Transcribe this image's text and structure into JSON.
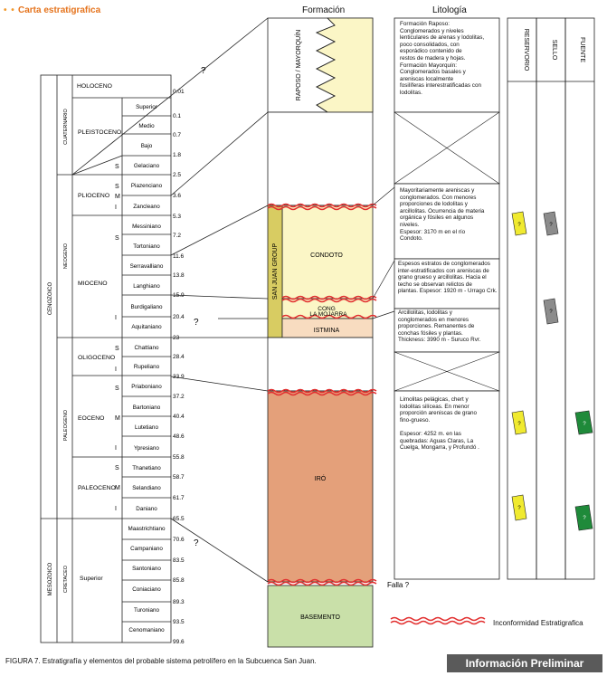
{
  "header": {
    "dots": "• •",
    "title": "Carta estratigrafica",
    "formacion": "Formación",
    "litologia": "Litología"
  },
  "right_columns": [
    "RESERVORIO",
    "SELLO",
    "FUENTE"
  ],
  "era_labels": [
    "CENOZOICO",
    "MESOZOICO"
  ],
  "period_labels": [
    "CUATERNARIO",
    "NEOGENO",
    "PALEOGENO",
    "CRETACEO"
  ],
  "epochs": [
    {
      "name": "HOLOCENO"
    },
    {
      "name": "PLEISTOCENO"
    },
    {
      "name": "PLIOCENO"
    },
    {
      "name": "MIOCENO"
    },
    {
      "name": "OLIGOCENO"
    },
    {
      "name": "EOCENO"
    },
    {
      "name": "PALEOCENO"
    },
    {
      "name": "Superior"
    }
  ],
  "subdivision_letters": {
    "pliocene": [
      "S",
      "M",
      "I"
    ],
    "miocene": [
      "S",
      "I"
    ],
    "oligocene": [
      "S",
      "I"
    ],
    "eocene": [
      "S",
      "M",
      "I"
    ],
    "paleocene": [
      "S",
      "M",
      "I"
    ],
    "pleistocene_gelasian": "S"
  },
  "stages": [
    "Superior",
    "Medio",
    "Bajo",
    "Gelaciano",
    "Piazenciano",
    "Zancleano",
    "Messiniano",
    "Tortoniano",
    "Serravalliano",
    "Langhiano",
    "Burdigaliano",
    "Aquitaniano",
    "Chattiano",
    "Rupeliano",
    "Priaboniano",
    "Bartoniano",
    "Lutetiano",
    "Ypresiano",
    "Thanetiano",
    "Selandiano",
    "Daniano",
    "Maastrichtiano",
    "Campaniano",
    "Santoniano",
    "Coniaciano",
    "Turoniano",
    "Cenomaniano"
  ],
  "ages": [
    "0.01",
    "0.1",
    "0.7",
    "1.8",
    "2.5",
    "3.6",
    "5.3",
    "7.2",
    "11.6",
    "13.8",
    "15.9",
    "20.4",
    "23",
    "28.4",
    "33.9",
    "37.2",
    "40.4",
    "48.6",
    "55.8",
    "58.7",
    "61.7",
    "65.5",
    "70.6",
    "83.5",
    "85.8",
    "89.3",
    "93.5",
    "99.6"
  ],
  "question_marks": [
    "?",
    "?",
    "?"
  ],
  "formations": {
    "raposo": "RAPOSO / MAYORQUÍN",
    "san_juan_group": "SAN JUAN GROUP",
    "condoto": "CONDOTO",
    "cong": "CONG",
    "la_mojarra": "LA MOJARRA",
    "istmina": "ISTMINA",
    "iro": "IRÓ",
    "basemento": "BASEMENTO",
    "falla": "Falla ?"
  },
  "lithology": {
    "raposo": "Formación Raposo:\nConglomerados y niveles\nlenticulares de arenas y lodolitas,\npoco consolidados, con\nesporádico contenido de\nrestos de madera y hojas.\nFormación Mayorquín:\nConglomerados basales y\nareniscas localmente\nfosilíferas interestratificadas con\nlodolitas.",
    "condoto": "Mayoritariamente areniscas y\nconglomerados. Con menores\nproporciones de lodolitas y\narcillolitas. Ocurrencia de materia\norgánica y fósiles en algunos\nniveles.\nEspesor: 3170 m en el río\nCondoto.",
    "la_mojarra": "Espesos estratos de conglomerados\ninter-estratificados con areniscas de\ngrano grueso y arcillolitas. Hacia el\ntecho se observan relictos de\nplantas. Espesor: 1920 m - Urrago Crk.",
    "istmina": "Arcillolitas, lodolitas y\nconglomerados en menores\nproporciones. Remanentes de\nconchas fósiles y plantas.\nThickness: 3990 m - Suruco Rvr.",
    "iro": "Limolitas pelágicas, chert y\nlodolitas silíceas. En menor\nproporción areniscas de grano\nfino-grueso.\n\nEspesor: 4252 m. en las\nquebradas: Aguas Claras, La\nCuelga, Mongarra, y Profundó ."
  },
  "petroleum_markers": [
    "?",
    "?",
    "?",
    "?",
    "?"
  ],
  "legend": {
    "unconformity": "Inconformidad Estratigrafica"
  },
  "caption": "FIGURA 7. Estratigrafía y elementos del probable sistema petrolífero en la Subcuenca San Juan.",
  "badge": "Información Preliminar",
  "colors": {
    "raposo": "#fbf6c6",
    "condoto": "#fbf6c6",
    "san_juan": "#d8cc62",
    "cong": "#fbf6c6",
    "istmina": "#f8dcc0",
    "iro": "#e4a07a",
    "basement": "#c9e0a9",
    "reservorio": "#f0ea30",
    "sello": "#8c8c8c",
    "fuente": "#1f8a3a",
    "unconformity": "#e23030",
    "title": "#e5731c"
  }
}
